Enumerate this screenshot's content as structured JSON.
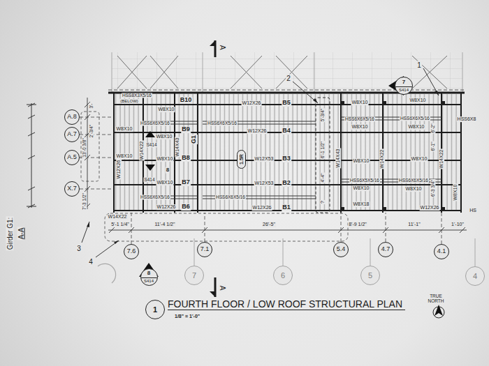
{
  "diagram": {
    "title": "FOURTH FLOOR / LOW ROOF STRUCTURAL PLAN",
    "caption": "1/8\" = 1'-0\"",
    "nodes": [
      {
        "text": [
          "7",
          "S414"
        ]
      },
      {
        "text": [
          "A.8"
        ]
      },
      {
        "text": [
          "A.7"
        ]
      },
      {
        "text": [
          "A.5"
        ]
      },
      {
        "text": [
          "1.5R"
        ]
      },
      {
        "text": [
          "X.7"
        ]
      },
      {
        "text": [
          "7.6"
        ]
      },
      {
        "text": [
          "7.1"
        ]
      },
      {
        "text": [
          "5.4"
        ]
      },
      {
        "text": [
          "4.7"
        ]
      },
      {
        "text": [
          "4.1"
        ]
      },
      {
        "text": [
          "8",
          "S414"
        ]
      },
      {
        "text": [
          "7"
        ]
      },
      {
        "text": [
          "6"
        ]
      },
      {
        "text": [
          "5"
        ]
      },
      {
        "text": [
          "4"
        ]
      },
      {
        "text": [
          "1"
        ]
      }
    ],
    "labels": [
      "HSS8X3X5/16",
      "(BELOW)",
      "B10",
      "W8X10",
      "W12X26",
      "B5",
      "W8X10",
      "W8X10",
      "1",
      "2",
      "A",
      "3'-",
      "HSS6X6X5/16",
      "B9",
      "W8X10",
      "W8X10",
      "HSS6X6X5/16",
      "W12X26",
      "B4",
      "5'-3/4\"",
      "HSS6X6X5/16",
      "W8X10",
      "HSS6X6X5/16",
      "W8X10",
      "6'-2\"",
      "HSS6X8",
      "2'-3/4\"",
      "13'-0 3/8\"",
      "S414",
      "W14X22",
      "W14X43",
      "G1",
      "W8X10",
      "W8X10",
      "B8",
      "W12X53",
      "B3",
      "6'-1 1/2\"",
      "W14X43",
      "W8X10",
      "W14X22",
      "6'-1\"",
      "W8X10",
      "W14X22",
      "W12X26",
      "8",
      "S414",
      "W8X10",
      "B7",
      "W12X53",
      "B2",
      "4'-4\"",
      "HSS6X5X5/16",
      "W8X10",
      "HSS6X6X5/16",
      "W8X10",
      "6'-3 3/4\"",
      "W8X10",
      "7'-3 1/2\"",
      "HSS6X6X5/16",
      "HSS6X6X5/16",
      "W12X26",
      "B6",
      "W12X26",
      "B1",
      "?",
      "W8X18",
      "W12X26",
      "HS",
      "W14X22",
      "5'-1 1/4\"",
      "11'-4 1/2\"",
      "26'-5\"",
      "8'-9 1/2\"",
      "11'-1\"",
      "1'-10\"",
      "3",
      "4",
      "A",
      "Girder G1:",
      "A-A",
      "TRUE NORTH"
    ]
  }
}
